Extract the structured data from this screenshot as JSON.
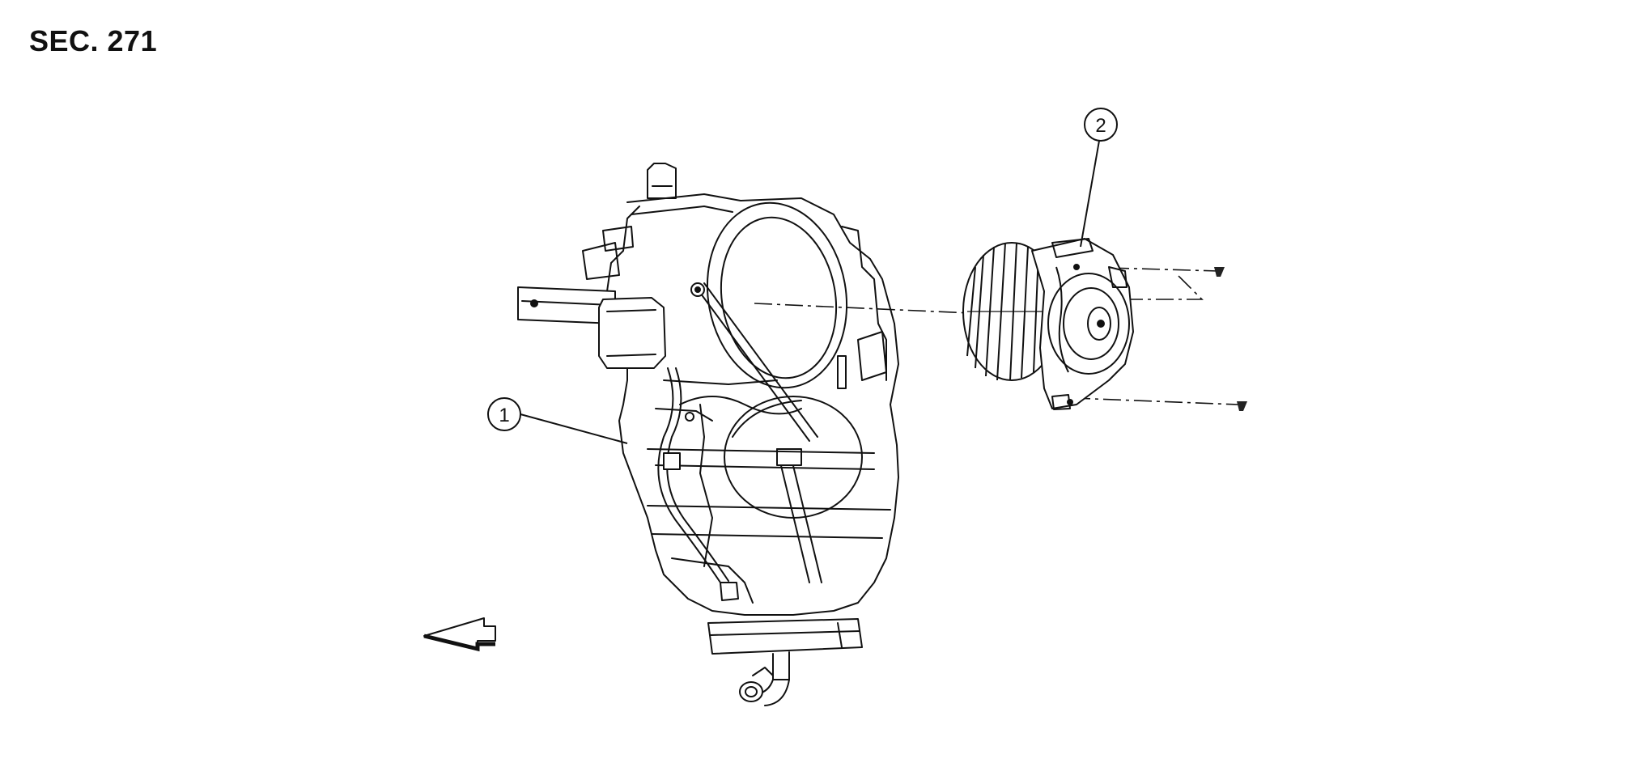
{
  "title": "SEC. 271",
  "callouts": [
    {
      "label": "1",
      "part": "blower-unit-case"
    },
    {
      "label": "2",
      "part": "blower-fan-motor"
    }
  ],
  "icons": {
    "direction": "front-arrow-icon"
  },
  "colors": {
    "line": "#111111",
    "background": "#ffffff"
  }
}
